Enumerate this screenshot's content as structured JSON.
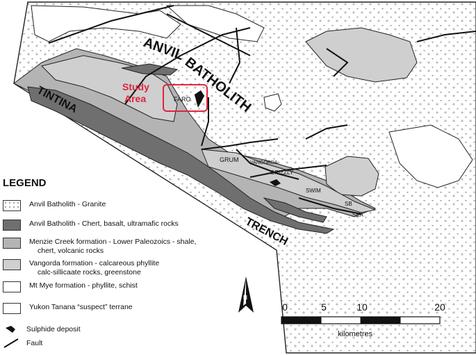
{
  "map_labels": {
    "batholith_word1": "ANVIL",
    "batholith_word2": "BATHOLITH",
    "tintina": "TINTINA",
    "trench": "TRENCH",
    "study_area_line1": "Study",
    "study_area_line2": "Area",
    "faro": "FARO",
    "grum": "GRUM",
    "vangorda": "VANGORDA",
    "grizzly": "GRIZZLY",
    "swim": "SWIM",
    "sb": "SB",
    "sea": "SEA",
    "north": "N"
  },
  "legend": {
    "title": "LEGEND",
    "items": [
      {
        "line1": "Anvil Batholith - Granite",
        "line2": "",
        "fill": "granite"
      },
      {
        "line1": "Anvil Batholith - Chert, basalt, ultramafic rocks",
        "line2": "",
        "fill": "#6f6f6f"
      },
      {
        "line1": "Menzie Creek formation - Lower Paleozoics - shale,",
        "line2": "chert, volcanic rocks",
        "fill": "#b4b4b4"
      },
      {
        "line1": "Vangorda formation - calcareous phyllite",
        "line2": "calc-sillicaate rocks, greenstone",
        "fill": "#cfcfcf"
      },
      {
        "line1": "Mt Mye formation - phyllite, schist",
        "line2": "",
        "fill": "#ffffff"
      },
      {
        "line1": "Yukon Tanana “suspect” terrane",
        "line2": "",
        "fill": "#ffffff"
      }
    ],
    "sulphide": "Sulphide deposit",
    "fault": "Fault"
  },
  "scale": {
    "ticks": [
      "0",
      "5",
      "10",
      "20"
    ],
    "unit": "kilometres"
  },
  "colors": {
    "study_area": "#e0243f",
    "dark_unit": "#6f6f6f",
    "menzie": "#b4b4b4",
    "vangorda": "#cfcfcf",
    "outline": "#222222"
  }
}
